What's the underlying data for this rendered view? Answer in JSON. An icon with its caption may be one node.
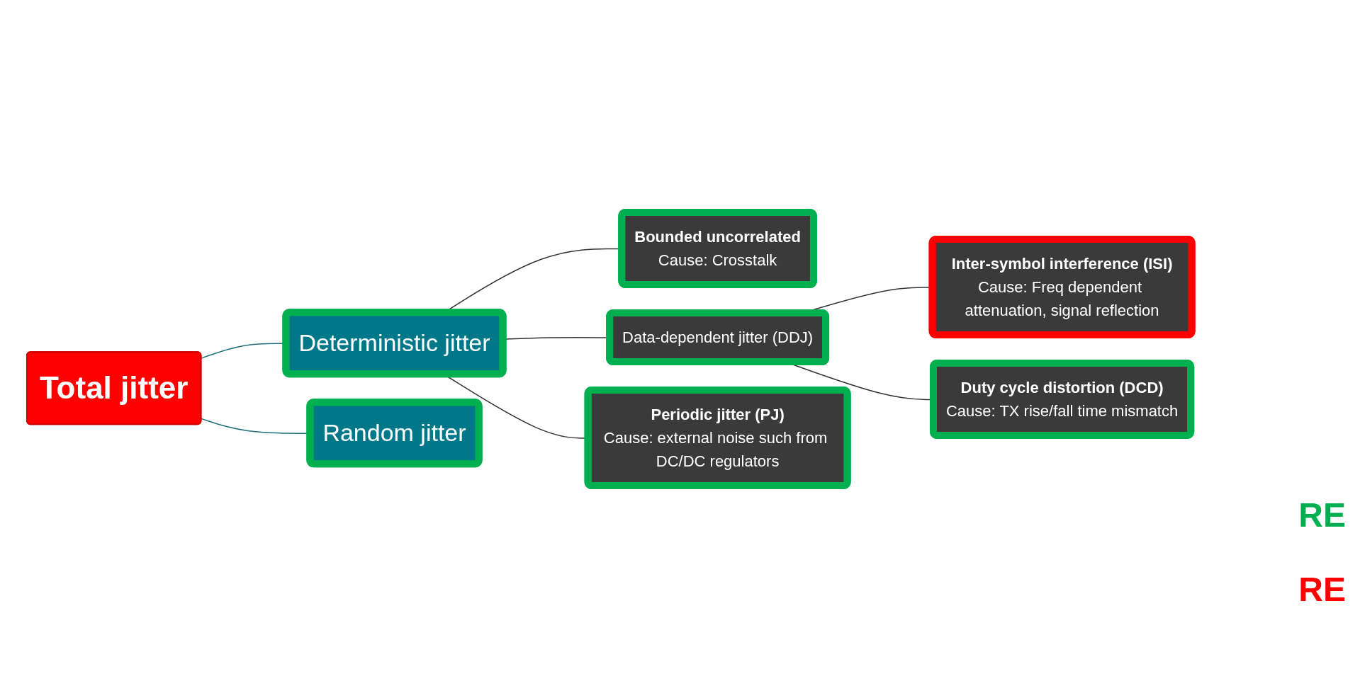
{
  "diagram": {
    "nodes": [
      {
        "text": [
          "Total jitter"
        ]
      },
      {
        "text": [
          "Deterministic jitter"
        ]
      },
      {
        "text": [
          "Random jitter"
        ]
      },
      {
        "text": [
          "Bounded uncorrelated",
          "Cause:  Crosstalk"
        ]
      },
      {
        "text": [
          "Data-dependent jitter (DDJ)"
        ]
      },
      {
        "text": [
          "Periodic jitter (PJ)",
          "Cause: external noise such from DC/DC regulators"
        ]
      },
      {
        "text": [
          "Inter-symbol interference (ISI)",
          "Cause: Freq dependent attenuation, signal reflection"
        ]
      },
      {
        "text": [
          "Duty cycle distortion (DCD)",
          "Cause: TX rise/fall time mismatch"
        ]
      }
    ],
    "edges": [
      {
        "from": 0,
        "to": 1,
        "arrow": "none",
        "color": "#1f6f7a"
      },
      {
        "from": 0,
        "to": 2,
        "arrow": "none",
        "color": "#1f6f7a"
      },
      {
        "from": 1,
        "to": 3,
        "arrow": "none"
      },
      {
        "from": 1,
        "to": 4,
        "arrow": "none"
      },
      {
        "from": 1,
        "to": 5,
        "arrow": "none"
      },
      {
        "from": 4,
        "to": 6,
        "arrow": "none"
      },
      {
        "from": 4,
        "to": 7,
        "arrow": "none"
      }
    ],
    "labels": [
      "RE",
      "RE"
    ]
  }
}
